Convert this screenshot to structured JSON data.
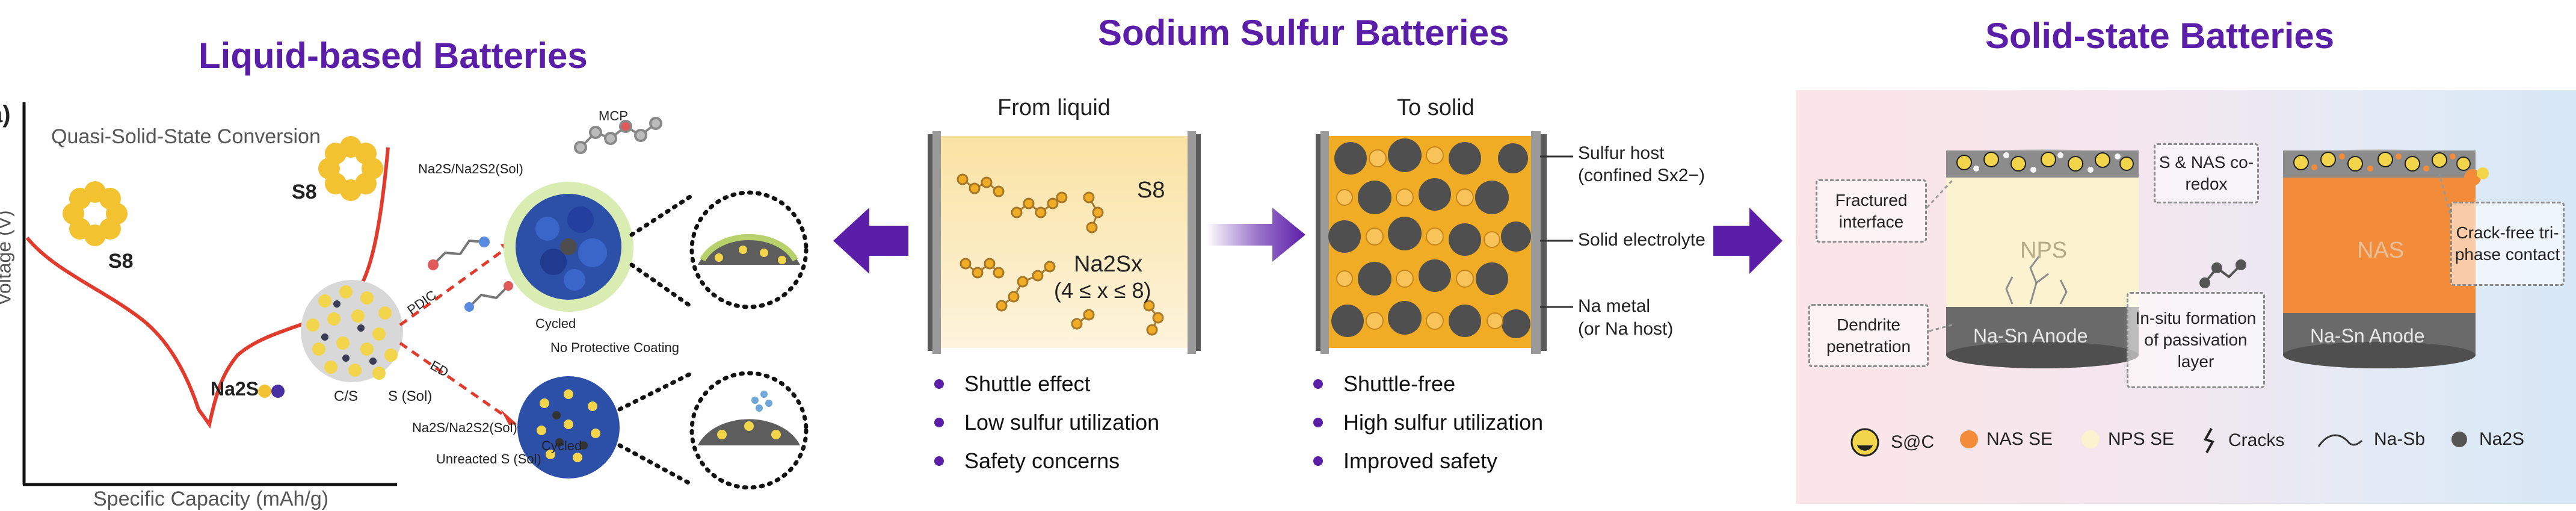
{
  "titles": {
    "left": "Liquid-based Batteries",
    "center": "Sodium Sulfur Batteries",
    "right": "Solid-state Batteries"
  },
  "left_panel": {
    "panel_letter": "a)",
    "plot_title": "Quasi-Solid-State Conversion",
    "y_axis": "Voltage (V)",
    "x_axis": "Specific Capacity (mAh/g)",
    "s8_left": "S8",
    "s8_right": "S8",
    "na2s": "Na2S",
    "cs": "C/S",
    "s_sol": "S (Sol)",
    "na2s_na2s2_top": "Na2S/Na2S2(Sol)",
    "na2s_na2s2_bottom": "Na2S/Na2S2(Sol)",
    "mcp": "MCP",
    "pdic": "PDIC",
    "ed": "ED",
    "cycled_top": "Cycled",
    "cycled_bottom": "Cycled",
    "no_coating": "No Protective Coating",
    "unreacted": "Unreacted S (Sol)"
  },
  "center_panel": {
    "from_liquid": "From liquid",
    "to_solid": "To solid",
    "s8": "S8",
    "naxs_line1": "Na2Sx",
    "naxs_line2": "(4 ≤ x ≤ 8)",
    "sulfur_host_1": "Sulfur host",
    "sulfur_host_2": "(confined Sx2−)",
    "solid_electrolyte": "Solid electrolyte",
    "na_metal_1": "Na metal",
    "na_metal_2": "(or Na host)",
    "liquid_bullets": [
      "Shuttle effect",
      "Low sulfur utilization",
      "Safety concerns"
    ],
    "solid_bullets": [
      "Shuttle-free",
      "High sulfur utilization",
      "Improved safety"
    ]
  },
  "right_panel": {
    "nps": "NPS",
    "nas": "NAS",
    "anode_left": "Na-Sn Anode",
    "anode_right": "Na-Sn Anode",
    "fractured": "Fractured interface",
    "dendrite": "Dendrite penetration",
    "co_redox": "S & NAS co-redox",
    "passivation": "In-situ formation of passivation layer",
    "crack_free": "Crack-free tri-phase contact",
    "legend": {
      "sc": "S@C",
      "nas_se": "NAS SE",
      "nps_se": "NPS SE",
      "cracks": "Cracks",
      "na_sb": "Na-Sb",
      "na2s": "Na2S"
    }
  },
  "colors": {
    "title": "#5b1ea8",
    "arrow": "#5b1ea8",
    "sulfur": "#f2c230",
    "curve": "#e03b2d",
    "nas": "#f28c3a",
    "nps": "#fbf3cf"
  }
}
